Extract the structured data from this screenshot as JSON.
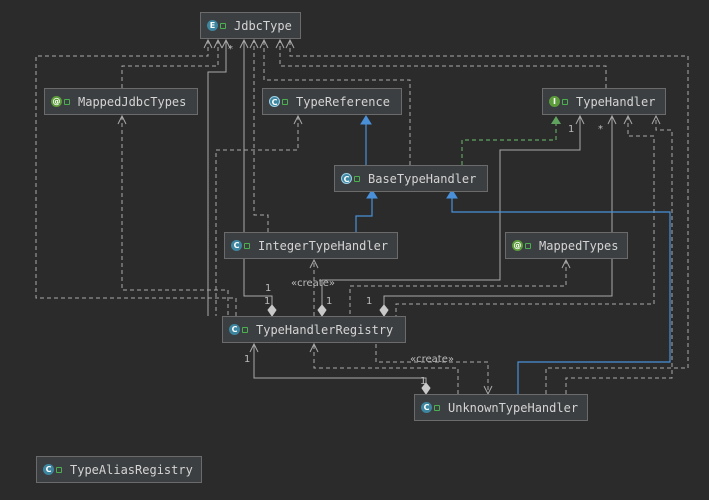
{
  "nodes": {
    "jdbc_type": {
      "name": "JdbcType",
      "kind": "E"
    },
    "mapped_jdbc_types": {
      "name": "MappedJdbcTypes",
      "kind": "@"
    },
    "type_reference": {
      "name": "TypeReference",
      "kind": "C"
    },
    "type_handler": {
      "name": "TypeHandler",
      "kind": "I"
    },
    "base_type_handler": {
      "name": "BaseTypeHandler",
      "kind": "C"
    },
    "integer_type_handler": {
      "name": "IntegerTypeHandler",
      "kind": "C"
    },
    "mapped_types": {
      "name": "MappedTypes",
      "kind": "@"
    },
    "type_handler_registry": {
      "name": "TypeHandlerRegistry",
      "kind": "C"
    },
    "unknown_type_handler": {
      "name": "UnknownTypeHandler",
      "kind": "C"
    },
    "type_alias_registry": {
      "name": "TypeAliasRegistry",
      "kind": "C"
    }
  },
  "labels": {
    "create_1": "«create»",
    "create_2": "«create»",
    "mult_a": "1",
    "mult_b": "1",
    "mult_c": "1",
    "mult_d": "1",
    "mult_e": "1",
    "mult_f": "1",
    "mult_g": "1",
    "star_a": "*",
    "star_b": "*"
  },
  "colors": {
    "background": "#2b2b2b",
    "node_fill": "#3c3f41",
    "dependency_line": "#a9a9a9",
    "inheritance_line": "#4a90d9",
    "realization_line": "#5fa35f"
  }
}
